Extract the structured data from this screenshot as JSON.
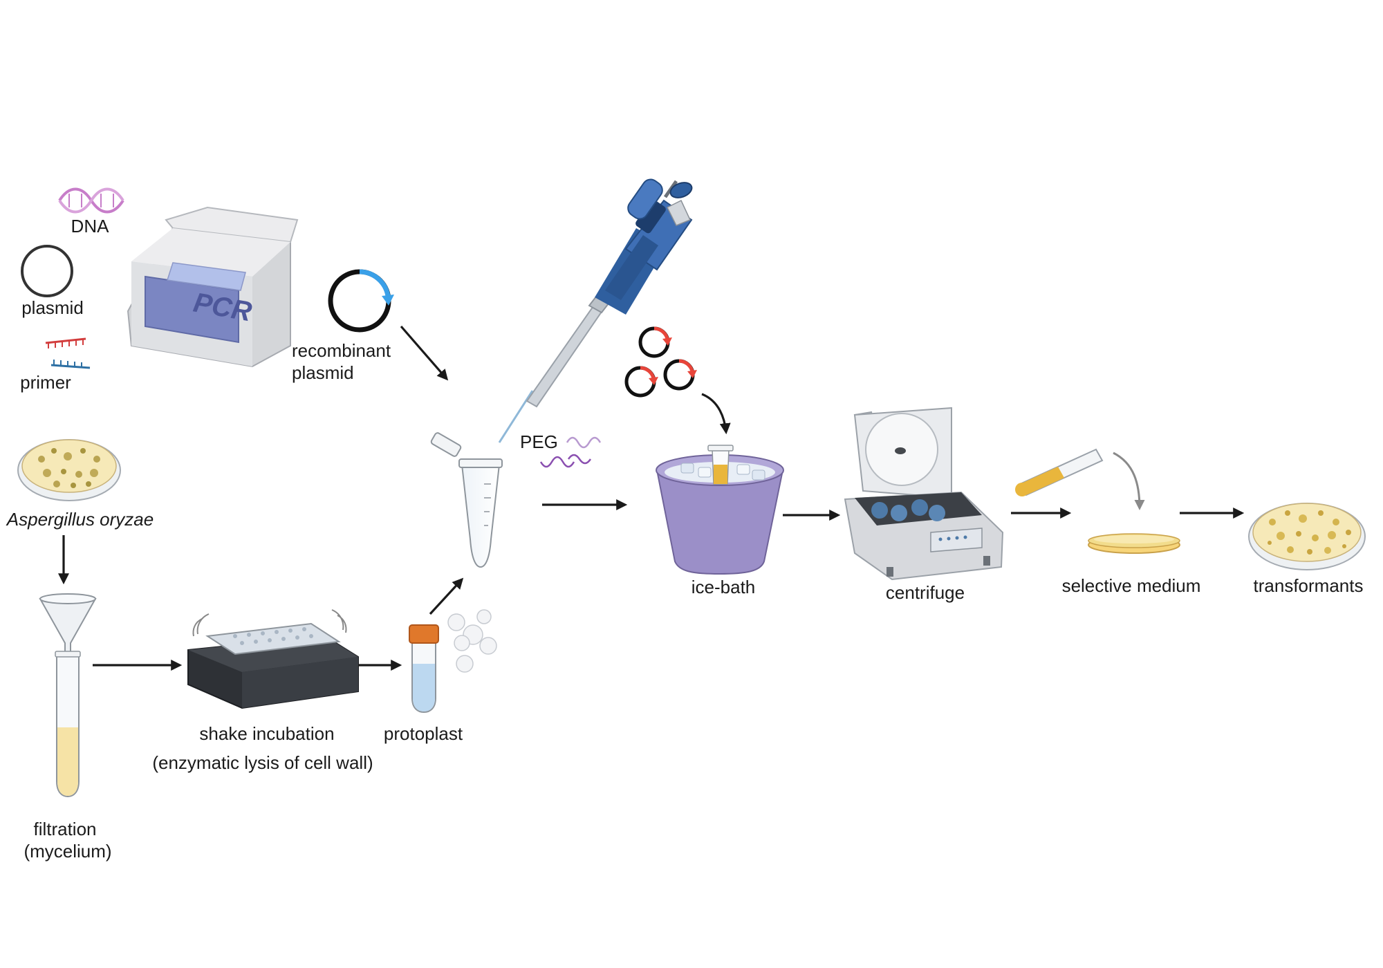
{
  "labels": {
    "dna": "DNA",
    "plasmid": "plasmid",
    "primer": "primer",
    "pcr_screen": "PCR",
    "recombinant_line1": "recombinant",
    "recombinant_line2": "plasmid",
    "aspergillus": "Aspergillus oryzae",
    "filtration_line1": "filtration",
    "filtration_line2": "(mycelium)",
    "shake_line1": "shake incubation",
    "shake_line2": "(enzymatic lysis of cell wall)",
    "protoplast": "protoplast",
    "peg": "PEG",
    "ice_bath": "ice-bath",
    "centrifuge": "centrifuge",
    "selective_medium": "selective medium",
    "transformants": "transformants"
  },
  "icons": [
    "dna-helix-icon",
    "plasmid-icon",
    "primer-icon",
    "pcr-machine-icon",
    "recombinant-plasmid-icon",
    "pipette-icon",
    "petri-dish-icon",
    "funnel-tube-icon",
    "shaker-icon",
    "protoplast-tube-icon",
    "microtube-icon",
    "peg-icon",
    "plasmid-cluster-icon",
    "ice-bucket-icon",
    "centrifuge-icon",
    "culture-tube-icon",
    "agar-plate-icon",
    "colony-plate-icon"
  ],
  "colors": {
    "arrow": "#1a1a1a",
    "pipette_blue": "#3f6fb5",
    "ice_bucket": "#9b8fc8",
    "dna_pink": "#c77dc9",
    "primer_red": "#d23c3c",
    "primer_blue": "#2c6fa3",
    "plasmid_accent": "#3aa0e8",
    "plasmid_red": "#e8453a",
    "agar_yellow": "#f2dc8c",
    "peg_purple": "#8a4fb0"
  }
}
